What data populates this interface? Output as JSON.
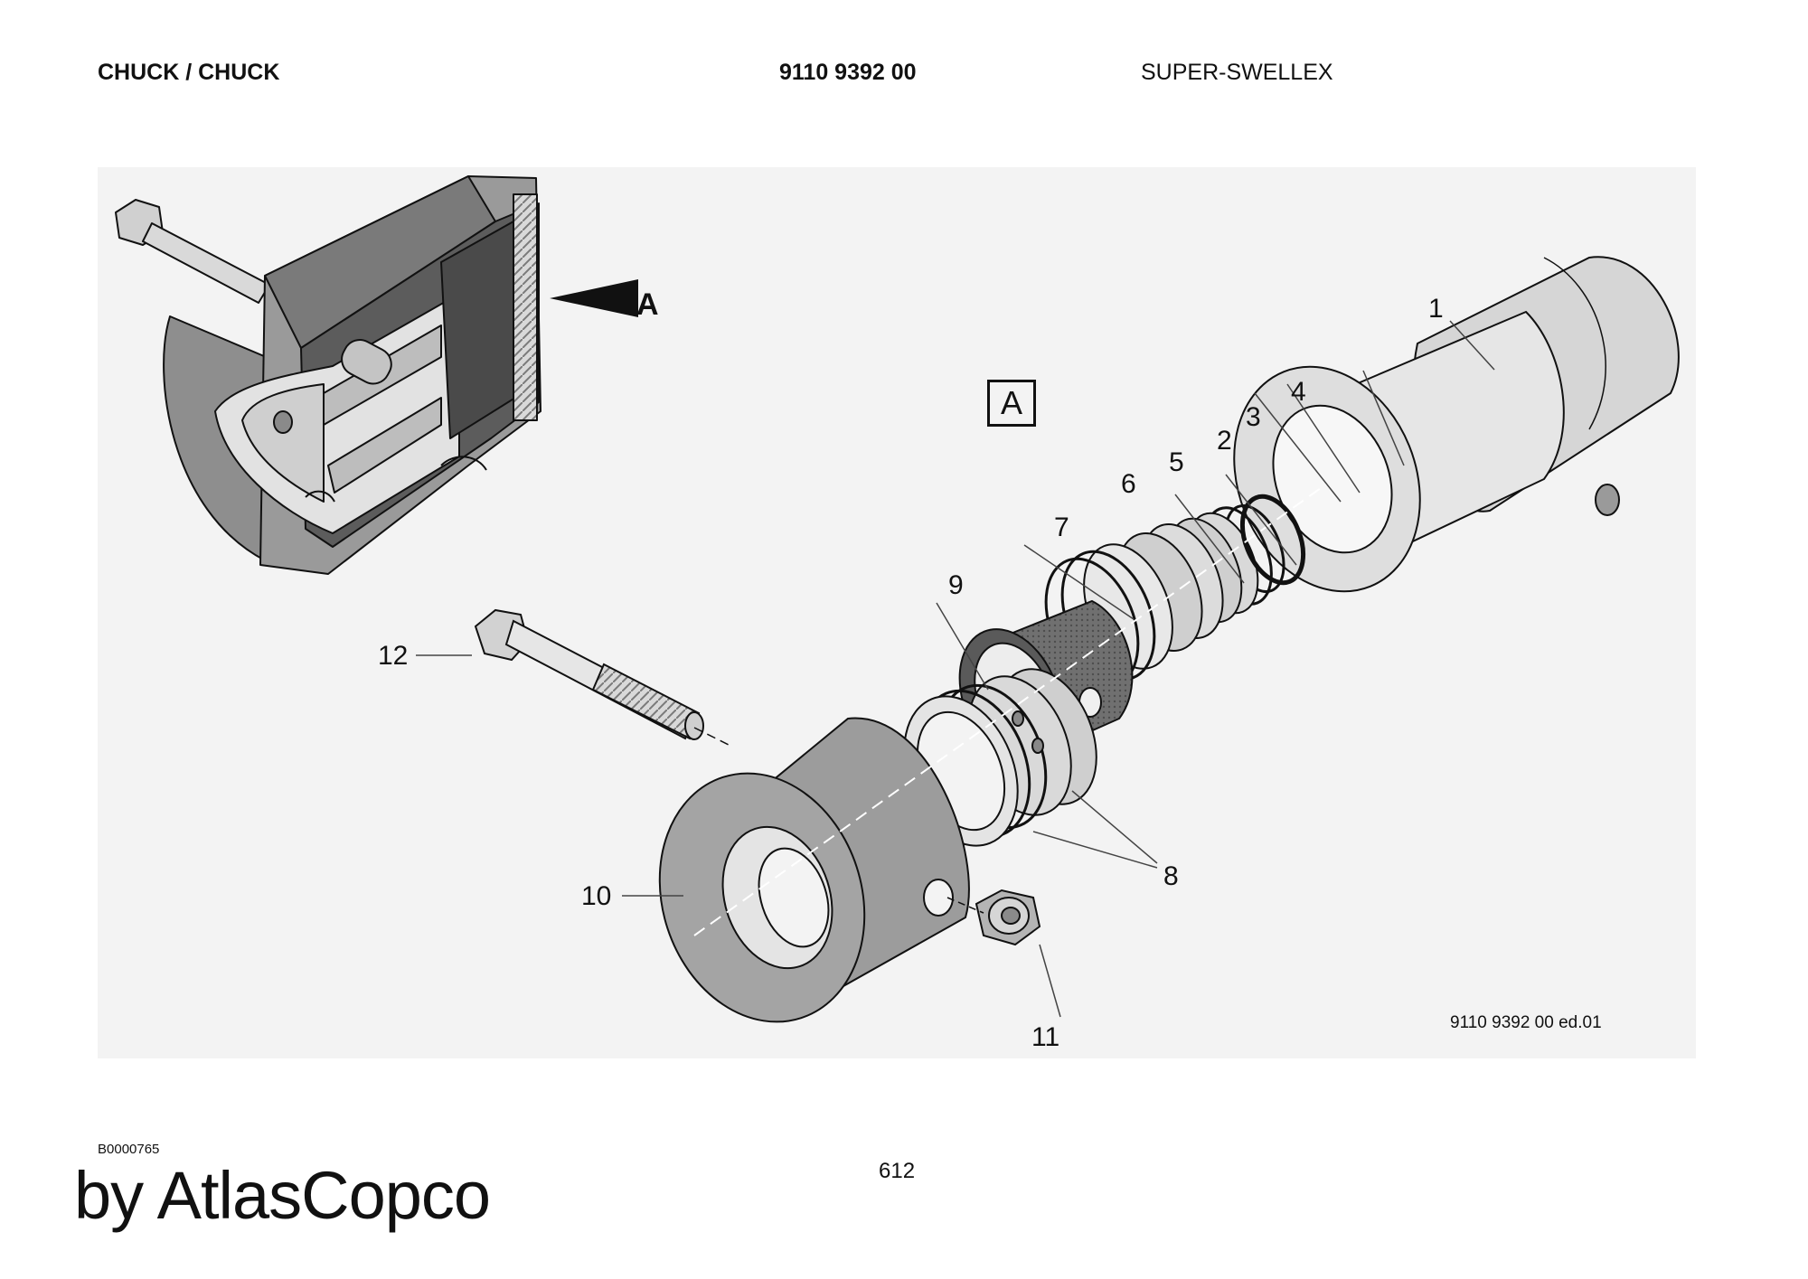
{
  "header": {
    "title": "CHUCK / CHUCK",
    "part_number": "9110 9392 00",
    "model": "SUPER-SWELLEX"
  },
  "figure": {
    "detail_arrow_label": "A",
    "detail_box_label": "A",
    "reference_code": "9110 9392 00 ed.01",
    "callouts": [
      "1",
      "2",
      "3",
      "4",
      "5",
      "6",
      "7",
      "8",
      "9",
      "10",
      "11",
      "12"
    ]
  },
  "footer": {
    "image_code": "B0000765",
    "page_number": "612",
    "brand": "by AtlasCopco"
  }
}
